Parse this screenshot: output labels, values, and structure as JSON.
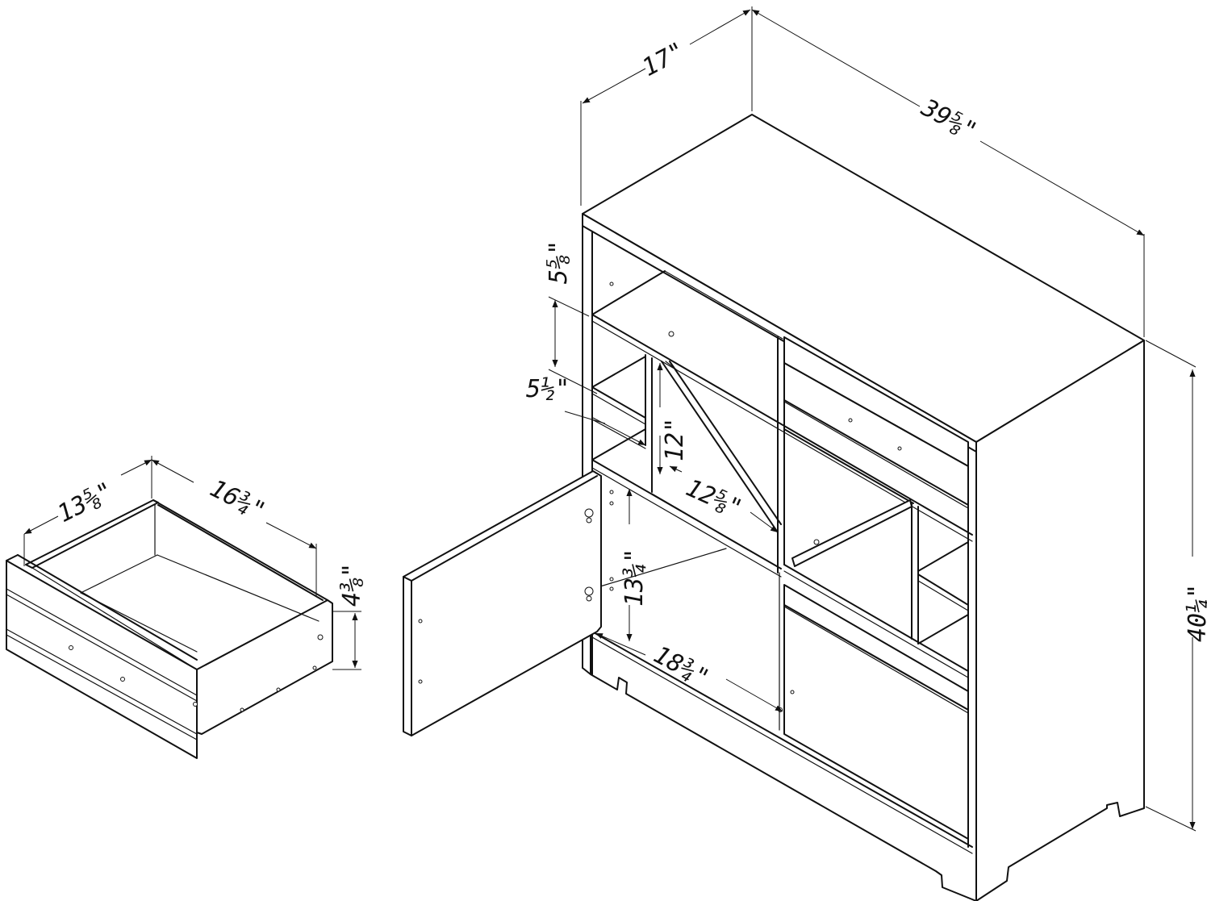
{
  "dimensions": {
    "cabinet_depth": "17\"",
    "cabinet_width": "39⅝\"",
    "cabinet_height": "40¼\"",
    "top_cubby_height": "5⅝\"",
    "small_shelf_depth": "5½\"",
    "divider_height": "12\"",
    "divider_width": "12⅝\"",
    "door_opening_height": "13¾\"",
    "door_opening_width": "18¾\"",
    "drawer_depth": "13⅝\"",
    "drawer_width": "16¾\"",
    "drawer_height": "4⅜\""
  },
  "colors": {
    "line": "#111111",
    "background": "#ffffff"
  }
}
